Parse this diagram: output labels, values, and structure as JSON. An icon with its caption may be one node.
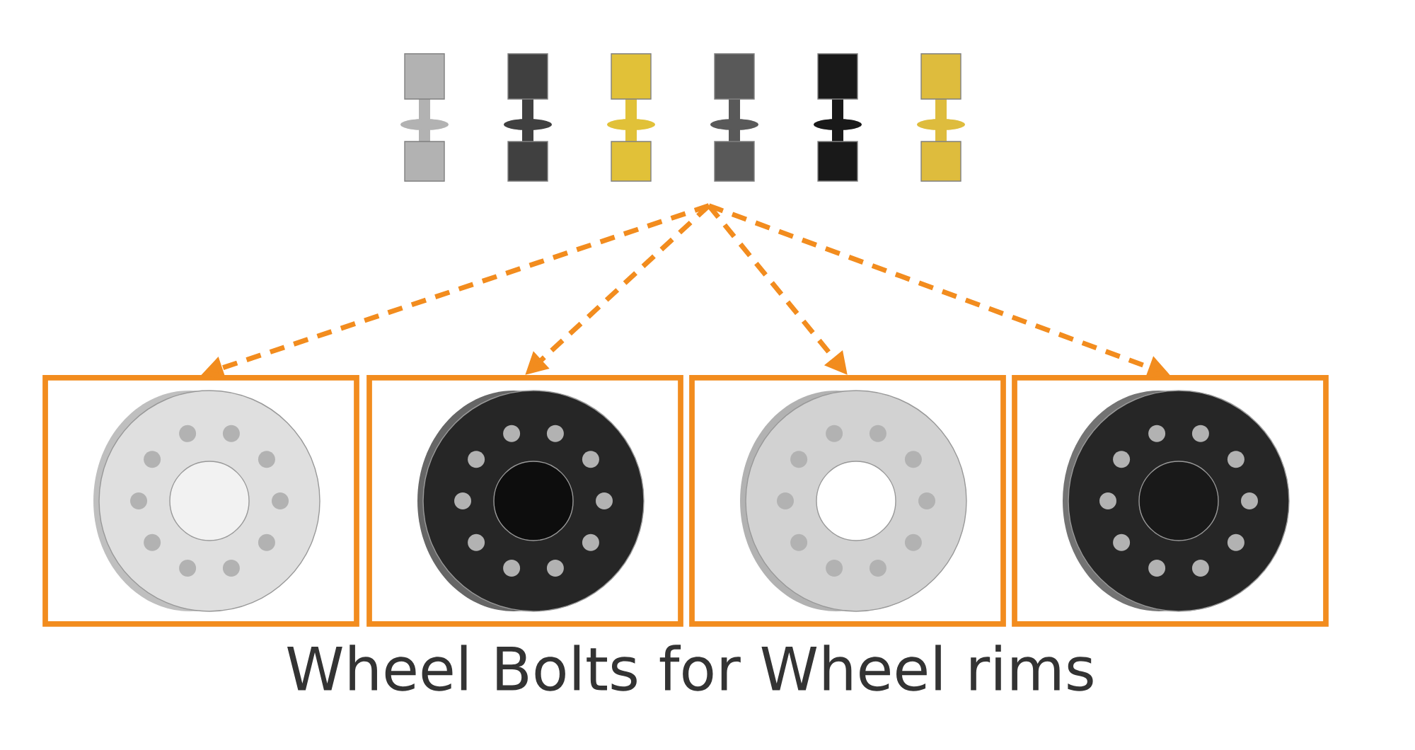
{
  "diagram": {
    "title": "Wheel Bolts for Wheel rims",
    "nodes": [
      {
        "text": [],
        "shape": "picture"
      },
      {
        "text": [],
        "shape": "picture"
      },
      {
        "text": [],
        "shape": "picture"
      },
      {
        "text": [],
        "shape": "picture"
      },
      {
        "text": [],
        "shape": "picture"
      }
    ],
    "edges": [
      {
        "from": 0,
        "to": 1,
        "arrow": "to",
        "style": "dashed",
        "color": "#f28c1e"
      },
      {
        "from": 0,
        "to": 2,
        "arrow": "to",
        "style": "dashed",
        "color": "#f28c1e"
      },
      {
        "from": 0,
        "to": 3,
        "arrow": "to",
        "style": "dashed",
        "color": "#f28c1e"
      },
      {
        "from": 0,
        "to": 4,
        "arrow": "to",
        "style": "dashed",
        "color": "#f28c1e"
      }
    ]
  }
}
